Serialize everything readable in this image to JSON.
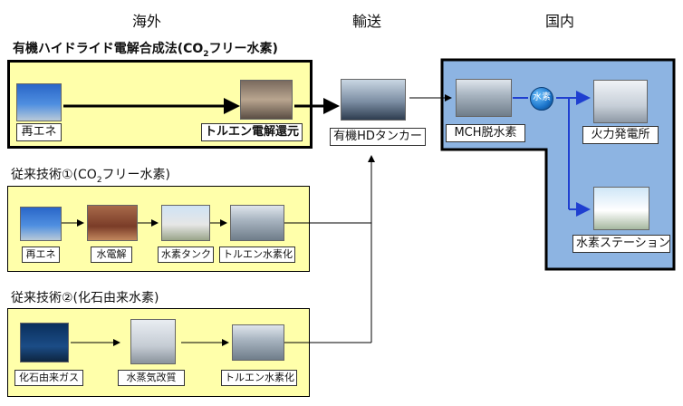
{
  "headers": {
    "overseas": "海外",
    "transport": "輸送",
    "domestic": "国内"
  },
  "top": {
    "title_pre": "有機ハイドライド電解合成法(CO",
    "title_sub": "2",
    "title_post": "フリー水素)",
    "renewable": "再エネ",
    "toluene_reduction": "トルエン電解還元"
  },
  "tanker": {
    "label": "有機HDタンカー"
  },
  "domestic": {
    "mch": "MCH脱水素",
    "hydrogen": "水素",
    "power_plant": "火力発電所",
    "station": "水素ステーション"
  },
  "conv1": {
    "title_pre": "従来技術①(CO",
    "title_sub": "2",
    "title_post": "フリー水素)",
    "renewable": "再エネ",
    "electrolysis": "水電解",
    "tank": "水素タンク",
    "hydrogenation": "トルエン水素化"
  },
  "conv2": {
    "title": "従来技術②(化石由来水素)",
    "gas": "化石由来ガス",
    "reforming": "水蒸気改質",
    "hydrogenation": "トルエン水素化"
  },
  "colors": {
    "panel_yellow": "#ffffaa",
    "domestic_blue": "#8db4e2",
    "arrow_blue": "#1f3fd0",
    "border": "#000000"
  }
}
